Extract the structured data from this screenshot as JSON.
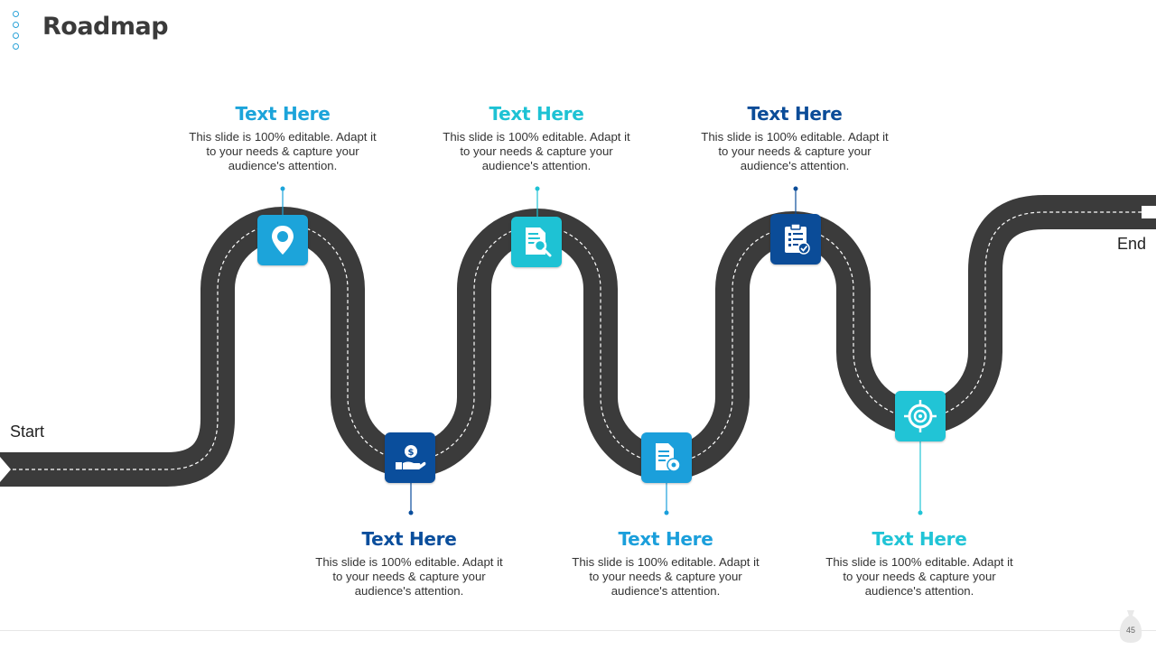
{
  "header": {
    "title": "Roadmap"
  },
  "road": {
    "start_label": "Start",
    "end_label": "End",
    "color": "#3b3b3b",
    "dash_color": "#ffffff"
  },
  "steps": [
    {
      "heading": "Text Here",
      "desc": "This slide is 100% editable. Adapt it to your needs & capture your audience's attention.",
      "color": "#1ca4da",
      "icon": "map-pin-icon"
    },
    {
      "heading": "Text Here",
      "desc": "This slide is 100% editable. Adapt it to your needs & capture your audience's attention.",
      "color": "#0a4e9c",
      "icon": "money-hand-icon"
    },
    {
      "heading": "Text Here",
      "desc": "This slide is 100% editable. Adapt it to your needs & capture your audience's attention.",
      "color": "#1ec2d4",
      "icon": "document-search-icon"
    },
    {
      "heading": "Text Here",
      "desc": "This slide is 100% editable. Adapt it to your needs & capture your audience's attention.",
      "color": "#1b9fdb",
      "icon": "document-gear-icon"
    },
    {
      "heading": "Text Here",
      "desc": "This slide is 100% editable. Adapt it to your needs & capture your audience's attention.",
      "color": "#0b4c98",
      "icon": "clipboard-check-icon"
    },
    {
      "heading": "Text Here",
      "desc": "This slide is 100% editable. Adapt it to your needs & capture your audience's attention.",
      "color": "#21c4d6",
      "icon": "target-icon"
    }
  ],
  "footer": {
    "page_number": "45"
  }
}
